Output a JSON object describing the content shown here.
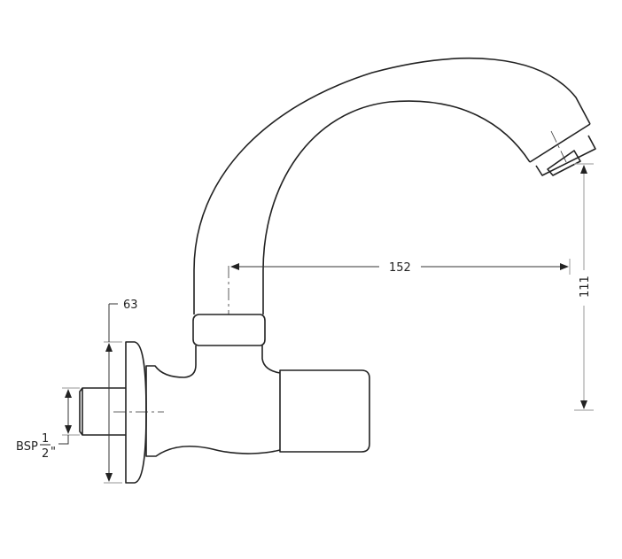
{
  "drawing": {
    "title": "Wall-mounted swivel spout tap",
    "dimensions": {
      "flange_height": "63",
      "spout_reach": "152",
      "spout_height": "111",
      "thread_label": "BSP",
      "thread_num": "1",
      "thread_den": "2",
      "thread_unit": "\""
    }
  }
}
